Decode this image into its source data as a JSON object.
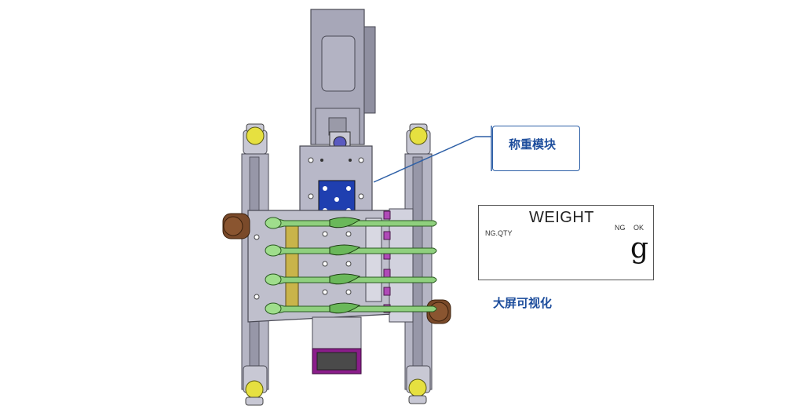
{
  "callout": {
    "label": "称重模块"
  },
  "display_panel": {
    "title": "WEIGHT",
    "ng_qty_label": "NG.QTY",
    "ng_lamp_label": "NG",
    "ok_lamp_label": "OK",
    "unit": "g",
    "ng_lamp_color": "#e03325",
    "ok_lamp_color": "#3cb04a"
  },
  "big_screen_label": "大屏可视化",
  "colors": {
    "accent_blue": "#1d4d9c",
    "frame_gray": "#a9a9b8",
    "toothbrush_green": "#8fd07e",
    "knob_yellow": "#e6e040",
    "weigh_block_blue": "#1f3fb0",
    "brass_plate": "#c9b44a",
    "magenta_tray": "#8a1d8a"
  }
}
